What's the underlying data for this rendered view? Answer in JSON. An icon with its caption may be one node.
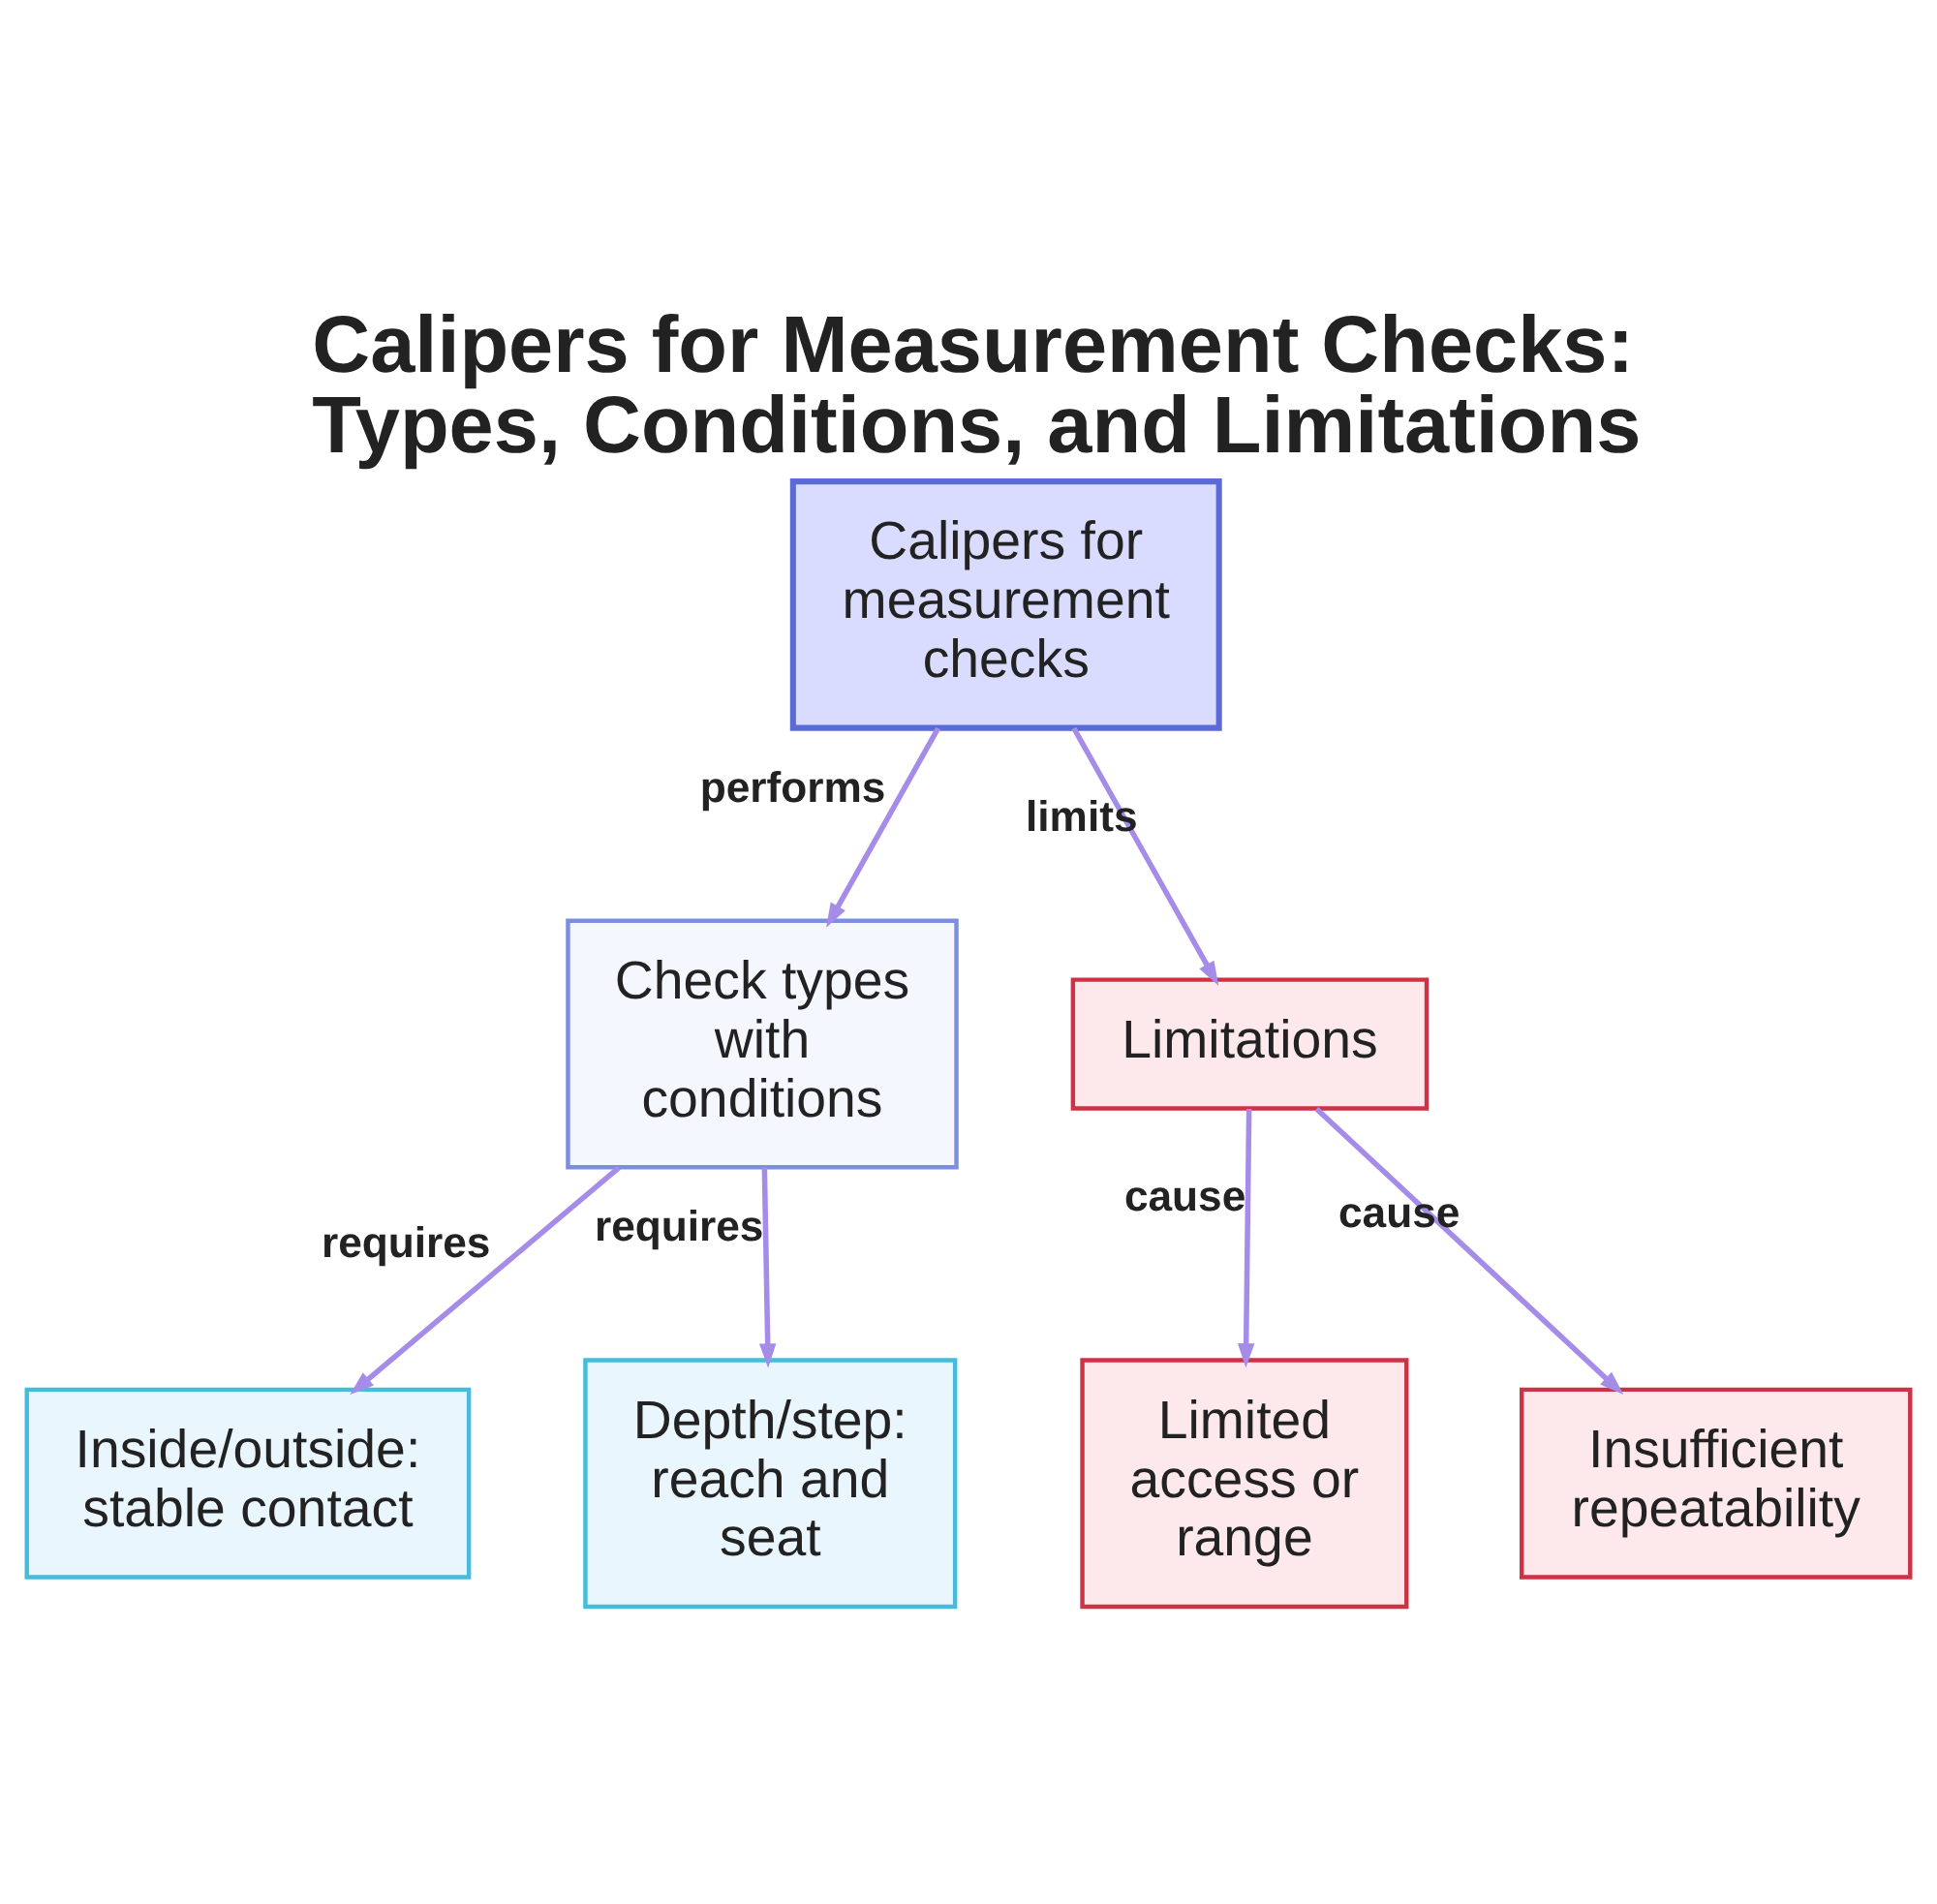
{
  "diagram": {
    "title": "Calipers for Measurement Checks: Types, Conditions, and Limitations",
    "nodes": [
      {
        "text": [
          "Calipers for measurement checks"
        ]
      },
      {
        "text": [
          "Check types with conditions"
        ]
      },
      {
        "text": [
          "Limitations"
        ]
      },
      {
        "text": [
          "Inside/outside: stable contact"
        ]
      },
      {
        "text": [
          "Depth/step: reach and seat"
        ]
      },
      {
        "text": [
          "Limited access or range"
        ]
      },
      {
        "text": [
          "Insufficient repeatability"
        ]
      }
    ],
    "edges": [
      {
        "from": 0,
        "to": 1,
        "arrow": "to",
        "label": "performs"
      },
      {
        "from": 0,
        "to": 2,
        "arrow": "to",
        "label": "limits"
      },
      {
        "from": 1,
        "to": 3,
        "arrow": "to",
        "label": "requires"
      },
      {
        "from": 1,
        "to": 4,
        "arrow": "to",
        "label": "requires"
      },
      {
        "from": 2,
        "to": 5,
        "arrow": "to",
        "label": "cause"
      },
      {
        "from": 2,
        "to": 6,
        "arrow": "to",
        "label": "cause"
      }
    ]
  }
}
